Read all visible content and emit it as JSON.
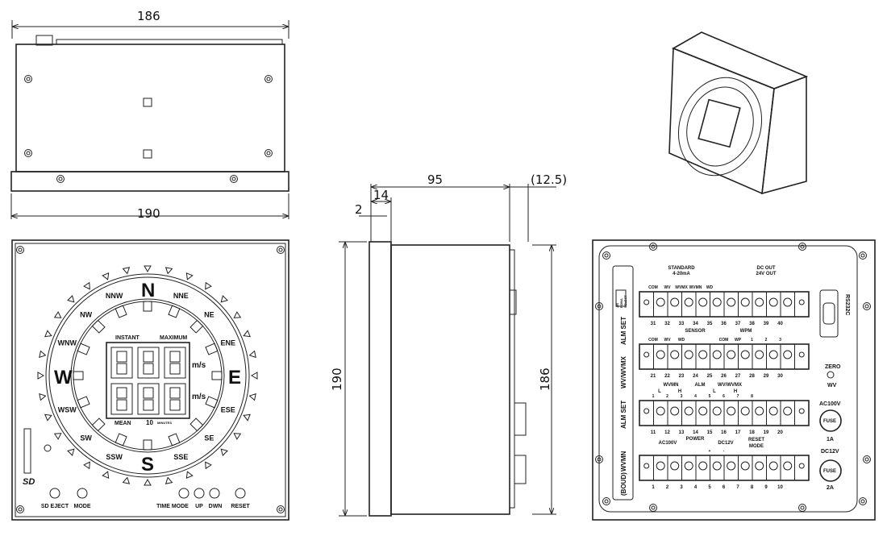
{
  "dimensions": {
    "top_width": "186",
    "top_depth": "190",
    "side_depth": "95",
    "side_flange": "14",
    "side_offset": "2",
    "side_extra": "(12.5)",
    "side_height": "190",
    "side_body_height": "186"
  },
  "front_panel": {
    "compass_cardinal": [
      "N",
      "E",
      "S",
      "W"
    ],
    "compass_points": [
      "NNE",
      "NE",
      "ENE",
      "ESE",
      "SE",
      "SSE",
      "SSW",
      "SW",
      "WSW",
      "WNW",
      "NW",
      "NNW"
    ],
    "display_labels": {
      "instant": "INSTANT",
      "maximum": "MAXIMUM",
      "mean": "MEAN",
      "ten": "10",
      "minutes": "MINUTES",
      "unit_top": "m/s",
      "unit_bottom": "m/s"
    },
    "sd_logo": "SD",
    "buttons": [
      "SD EJECT",
      "MODE",
      "TIME MODE",
      "UP",
      "DWN",
      "RESET"
    ]
  },
  "rear_panel": {
    "side_strip": [
      "ALM SET",
      "WV/WVMX",
      "ALM SET",
      "WVMN",
      "(BOUD)"
    ],
    "select_labels": [
      "JIS",
      "FOMA",
      "SELECT"
    ],
    "rows": [
      {
        "numbers": [
          "31",
          "32",
          "33",
          "34",
          "35",
          "36",
          "37",
          "38",
          "39",
          "40"
        ],
        "terminal_labels": [
          "COM",
          "WV",
          "WVMX",
          "WVMN",
          "WD",
          "",
          "",
          "",
          "",
          ""
        ],
        "groups": [
          "STANDARD",
          "4-20mA",
          "DC OUT",
          "24V OUT"
        ]
      },
      {
        "numbers": [
          "21",
          "22",
          "23",
          "24",
          "25",
          "26",
          "27",
          "28",
          "29",
          "30"
        ],
        "terminal_labels": [
          "COM",
          "WV",
          "WD",
          "",
          "",
          "COM",
          "WP",
          "1",
          "2",
          "3"
        ],
        "groups": [
          "SENSOR",
          "WPM"
        ]
      },
      {
        "numbers": [
          "11",
          "12",
          "13",
          "14",
          "15",
          "16",
          "17",
          "18",
          "19",
          "20"
        ],
        "terminal_labels": [
          "1",
          "2",
          "3",
          "4",
          "5",
          "6",
          "7",
          "8",
          "",
          ""
        ],
        "groups": [
          "ALM",
          "WVMN",
          "WV/WVMX",
          "L",
          "H",
          "L",
          "H"
        ]
      },
      {
        "numbers": [
          "1",
          "2",
          "3",
          "4",
          "5",
          "6",
          "7",
          "8",
          "9",
          "10"
        ],
        "terminal_labels": [
          "",
          "",
          "",
          "",
          "+",
          "-",
          "",
          "",
          "",
          ""
        ],
        "groups": [
          "POWER",
          "AC100V",
          "DC12V",
          "RESET",
          "MODE"
        ]
      }
    ],
    "connector": "RS232C",
    "zero": "ZERO",
    "zero_sub": "WV",
    "fuse1_label": "AC100V",
    "fuse1_rating": "1A",
    "fuse_text": "FUSE",
    "fuse2_label": "DC12V",
    "fuse2_rating": "2A"
  }
}
